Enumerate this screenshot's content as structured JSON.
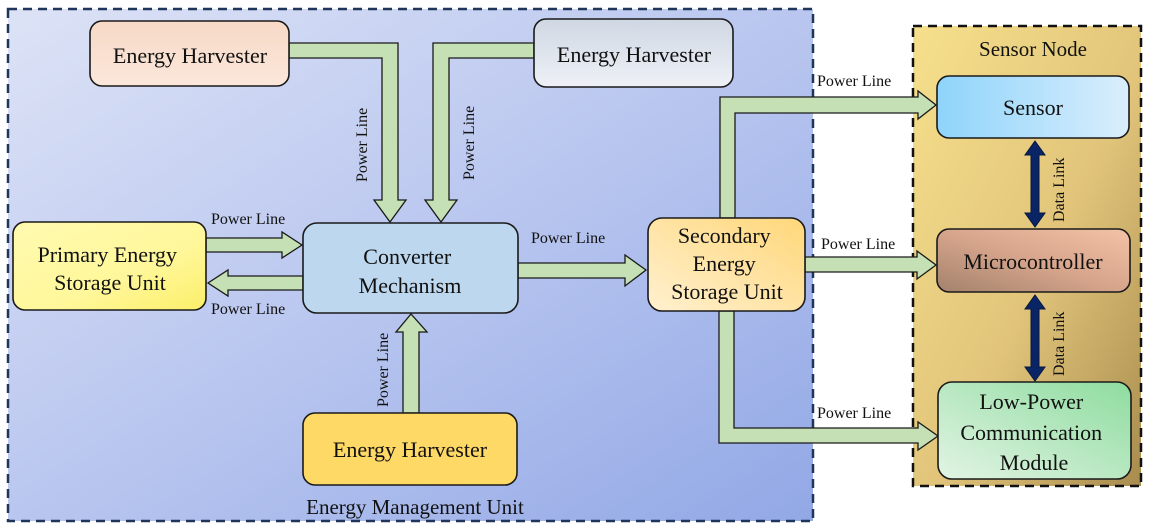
{
  "diagram": {
    "groups": {
      "energy_management_unit": {
        "label": "Energy Management Unit",
        "border_color": "#1f3559"
      },
      "sensor_node": {
        "label": "Sensor Node",
        "border_color": "#111111"
      }
    },
    "nodes": {
      "harvester_top_left": {
        "lines": [
          "Energy Harvester"
        ]
      },
      "harvester_top_right": {
        "lines": [
          "Energy Harvester"
        ]
      },
      "primary_storage": {
        "lines": [
          "Primary Energy",
          "Storage Unit"
        ]
      },
      "converter": {
        "lines": [
          "Converter",
          "Mechanism"
        ]
      },
      "secondary_storage": {
        "lines": [
          "Secondary",
          "Energy",
          "Storage Unit"
        ]
      },
      "harvester_bottom": {
        "lines": [
          "Energy Harvester"
        ]
      },
      "sensor": {
        "lines": [
          "Sensor"
        ]
      },
      "microcontroller": {
        "lines": [
          "Microcontroller"
        ]
      },
      "comm_module": {
        "lines": [
          "Low-Power",
          "Communication",
          "Module"
        ]
      }
    },
    "edges": {
      "harvester_top_left_to_converter": {
        "from": "harvester_top_left",
        "to": "converter",
        "label": "Power Line"
      },
      "harvester_top_right_to_converter": {
        "from": "harvester_top_right",
        "to": "converter",
        "label": "Power Line"
      },
      "primary_to_converter": {
        "from": "primary_storage",
        "to": "converter",
        "label": "Power Line"
      },
      "converter_to_primary": {
        "from": "converter",
        "to": "primary_storage",
        "label": "Power Line"
      },
      "harvester_bottom_to_converter": {
        "from": "harvester_bottom",
        "to": "converter",
        "label": "Power Line"
      },
      "converter_to_secondary": {
        "from": "converter",
        "to": "secondary_storage",
        "label": "Power Line"
      },
      "secondary_to_sensor": {
        "from": "secondary_storage",
        "to": "sensor",
        "label": "Power Line"
      },
      "secondary_to_microcontroller": {
        "from": "secondary_storage",
        "to": "microcontroller",
        "label": "Power Line"
      },
      "secondary_to_comm": {
        "from": "secondary_storage",
        "to": "comm_module",
        "label": "Power Line"
      },
      "sensor_microcontroller_link": {
        "from": "sensor",
        "to": "microcontroller",
        "label": "Data Link",
        "bidirectional": true
      },
      "microcontroller_comm_link": {
        "from": "microcontroller",
        "to": "comm_module",
        "label": "Data Link",
        "bidirectional": true
      }
    },
    "colors": {
      "power_line_fill": "#c5e0b4",
      "data_link_fill": "#0a2566",
      "outline": "#1a1a1a"
    }
  }
}
